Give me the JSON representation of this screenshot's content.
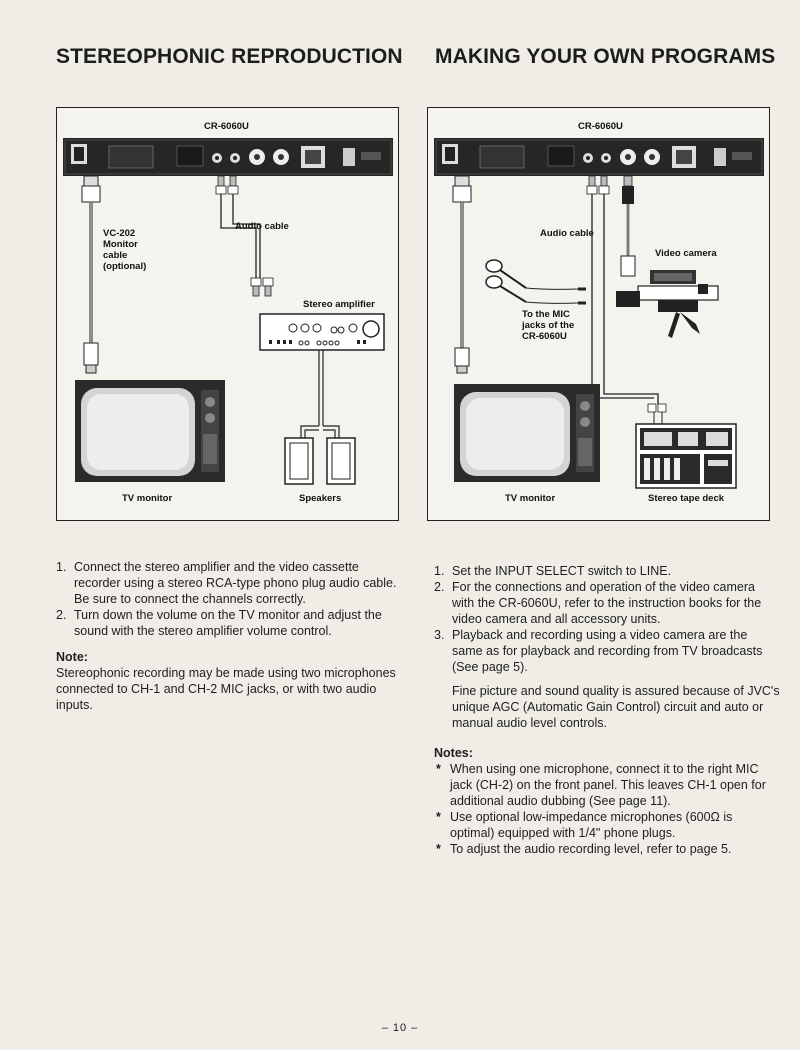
{
  "left": {
    "title": "STEREOPHONIC REPRODUCTION",
    "diagram": {
      "deck_label": "CR-6060U",
      "monitor_cable_label": "VC-202\nMonitor\ncable\n(optional)",
      "audio_cable_label": "Audio cable",
      "amplifier_label": "Stereo amplifier",
      "tv_label": "TV monitor",
      "speakers_label": "Speakers"
    },
    "steps": [
      {
        "num": "1.",
        "text": "Connect the stereo amplifier and the video cassette recorder using a stereo RCA-type phono plug audio cable. Be sure to connect the channels correctly."
      },
      {
        "num": "2.",
        "text": "Turn down the volume on the TV monitor and adjust the sound with the stereo amplifier volume control."
      }
    ],
    "note_heading": "Note:",
    "note_text": "Stereophonic recording may be made using two microphones connected to CH-1 and CH-2 MIC jacks, or with two audio inputs."
  },
  "right": {
    "title": "MAKING YOUR OWN PROGRAMS",
    "diagram": {
      "deck_label": "CR-6060U",
      "audio_cable_label": "Audio cable",
      "video_camera_label": "Video camera",
      "mic_label": "To the MIC\njacks of the\nCR-6060U",
      "tv_label": "TV monitor",
      "tape_deck_label": "Stereo tape deck"
    },
    "steps": [
      {
        "num": "1.",
        "text": "Set the INPUT SELECT switch to LINE."
      },
      {
        "num": "2.",
        "text": "For the connections and operation of the video camera with the CR-6060U, refer to the instruction books for the video camera and all accessory units."
      },
      {
        "num": "3.",
        "text": "Playback and recording using a video camera are the same as for playback and recording from TV broadcasts (See page 5).",
        "extra": "Fine picture and sound quality is assured because of JVC's unique AGC (Automatic Gain Control) circuit and auto or manual audio level controls."
      }
    ],
    "notes_heading": "Notes:",
    "notes": [
      {
        "mark": "*",
        "text": "When using one microphone, connect it to the right MIC jack (CH-2) on the front panel. This leaves CH-1 open for additional audio dubbing (See page 11)."
      },
      {
        "mark": "*",
        "text": "Use optional low-impedance microphones (600Ω is optimal) equipped with 1/4\" phone plugs."
      },
      {
        "mark": "*",
        "text": "To adjust the audio recording level, refer to page 5."
      }
    ]
  },
  "page_number": "– 10 –"
}
